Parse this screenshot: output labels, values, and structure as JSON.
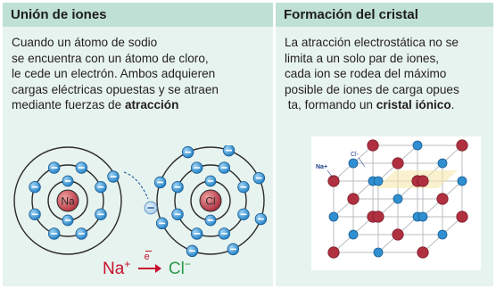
{
  "left_panel": {
    "title": "Unión de iones",
    "text_lines": [
      "Cuando un átomo de sodio",
      "se encuentra con un átomo de cloro,",
      "le cede un electrón. Ambos adquieren",
      "cargas eléctricas opuestas y se atraen"
    ],
    "last_line_prefix": "mediante fuerzas de ",
    "last_line_bold": "atracción",
    "sodium_label": "Na",
    "chlorine_label": "Cl",
    "equation": {
      "na": "Na",
      "na_charge": "+",
      "arrow_label": "e",
      "cl": "Cl",
      "cl_charge": "−"
    }
  },
  "right_panel": {
    "title": "Formación del cristal",
    "text_lines": [
      "La atracción electrostática no se",
      "limita a un solo par de iones,",
      "cada ion se rodea del máximo",
      "posible de iones  de carga opues"
    ],
    "last_line_prefix": "ta, formando  un ",
    "last_line_bold": "cristal iónico",
    "last_line_suffix": ".",
    "label_cl": "Cl-",
    "label_na": "Na+"
  },
  "colors": {
    "header_bg": "#bfe0d5",
    "panel_bg": "#e7f3ef",
    "electron_blue": "#2f8fd0",
    "sodium_red": "#c0392b",
    "chlorine_red": "#b03040",
    "equation_red": "#c8102e",
    "equation_green": "#2a9a4a"
  }
}
